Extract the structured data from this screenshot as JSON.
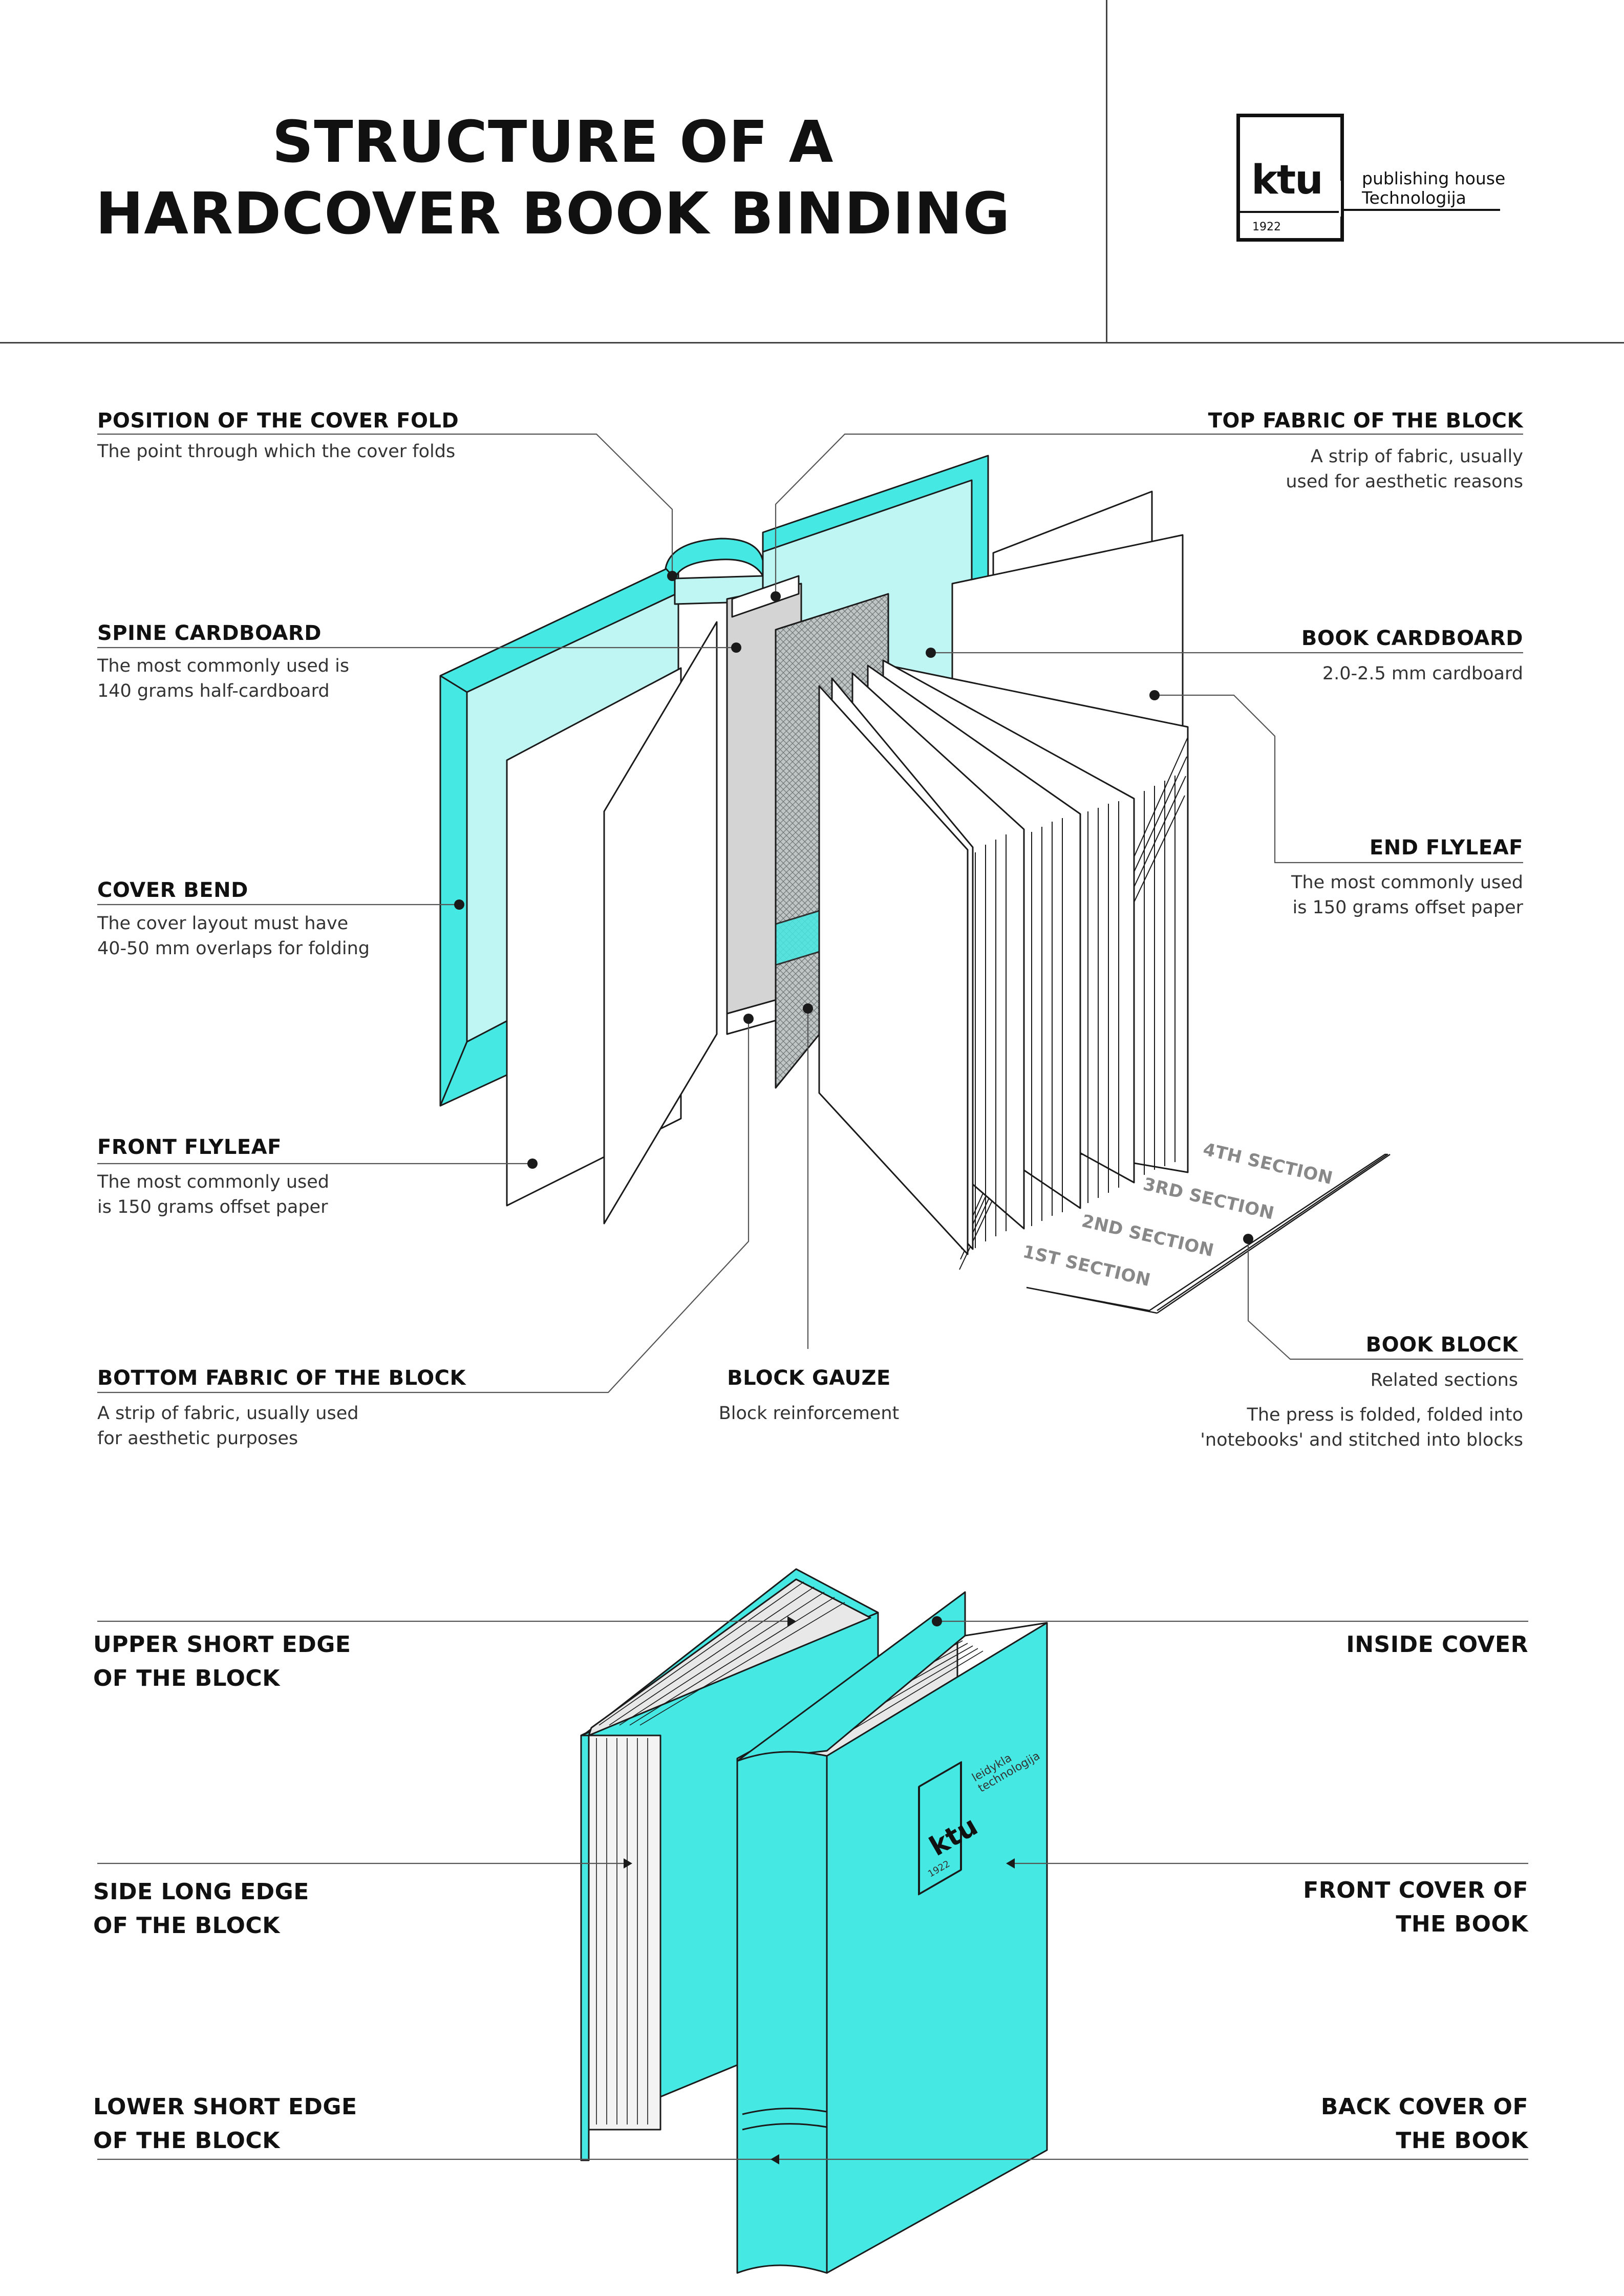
{
  "title_line1": "STRUCTURE OF A",
  "title_line2": "HARDCOVER BOOK BINDING",
  "logo": {
    "text": "ktu",
    "year": "1922",
    "publisher_line1": "publishing house",
    "publisher_line2": "Technologija"
  },
  "labels": {
    "cover_fold": {
      "title": "POSITION OF THE COVER FOLD",
      "desc": "The point through which the cover folds"
    },
    "spine_cardboard": {
      "title": "SPINE CARDBOARD",
      "desc1": "The most commonly used is",
      "desc2": "140 grams half-cardboard"
    },
    "cover_bend": {
      "title": "COVER BEND",
      "desc1": "The cover layout must have",
      "desc2": "40-50 mm overlaps for folding"
    },
    "front_flyleaf": {
      "title": "FRONT FLYLEAF",
      "desc1": "The most commonly used",
      "desc2": "is 150 grams offset paper"
    },
    "bottom_fabric": {
      "title": "BOTTOM FABRIC OF THE BLOCK",
      "desc1": "A strip of fabric, usually used",
      "desc2": "for aesthetic purposes"
    },
    "block_gauze": {
      "title": "BLOCK GAUZE",
      "desc": "Block reinforcement"
    },
    "top_fabric": {
      "title": "TOP FABRIC OF THE BLOCK",
      "desc1": "A strip of fabric, usually",
      "desc2": "used for aesthetic reasons"
    },
    "book_cardboard": {
      "title": "BOOK CARDBOARD",
      "desc": "2.0-2.5 mm cardboard"
    },
    "end_flyleaf": {
      "title": "END FLYLEAF",
      "desc1": "The most commonly used",
      "desc2": "is 150 grams offset paper"
    },
    "book_block": {
      "title": "BOOK BLOCK",
      "desc1": "Related sections",
      "desc2": "The press is folded, folded into",
      "desc3": "'notebooks' and stitched into blocks"
    }
  },
  "sections": [
    "4TH SECTION",
    "3RD SECTION",
    "2ND SECTION",
    "1ST SECTION"
  ],
  "lower_labels": {
    "upper_edge": {
      "line1": "UPPER SHORT EDGE",
      "line2": "OF THE BLOCK"
    },
    "side_edge": {
      "line1": "SIDE LONG EDGE",
      "line2": "OF THE BLOCK"
    },
    "lower_edge": {
      "line1": "LOWER SHORT EDGE",
      "line2": "OF THE BLOCK"
    },
    "inside_cover": {
      "line1": "INSIDE COVER"
    },
    "front_cover": {
      "line1": "FRONT COVER OF",
      "line2": "THE BOOK"
    },
    "back_cover": {
      "line1": "BACK COVER OF",
      "line2": "THE BOOK"
    }
  },
  "cover_logo": {
    "text": "ktu",
    "year": "1922",
    "publisher_line1": "leidykla",
    "publisher_line2": "technologija"
  },
  "colors": {
    "turquoise": "#45E8E2",
    "light_turquoise": "#BFF6F4",
    "stroke": "#1a1a1a",
    "gray": "#d4d4d4"
  }
}
